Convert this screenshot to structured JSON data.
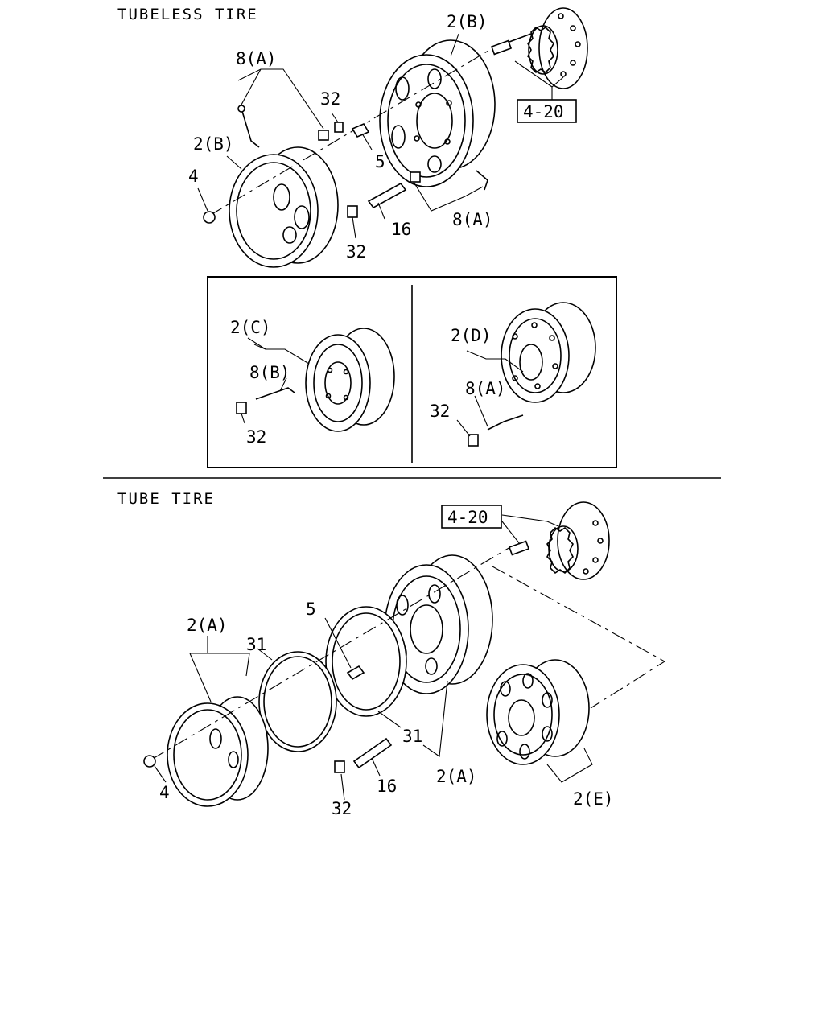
{
  "sections": {
    "tubeless_title": "TUBELESS TIRE",
    "tube_title": "TUBE TIRE"
  },
  "callouts": {
    "tl_2b_top": "2(B)",
    "tl_8a_top": "8(A)",
    "tl_32_top": "32",
    "tl_2b_left": "2(B)",
    "tl_4": "4",
    "tl_5": "5",
    "tl_16": "16",
    "tl_8a_right": "8(A)",
    "tl_32_bottom": "32",
    "tl_ref_420": "4-20",
    "inset_left_2c": "2(C)",
    "inset_left_8b": "8(B)",
    "inset_left_32": "32",
    "inset_right_2d": "2(D)",
    "inset_right_8a": "8(A)",
    "inset_right_32": "32",
    "tt_ref_420": "4-20",
    "tt_2a_left": "2(A)",
    "tt_31_top": "31",
    "tt_5": "5",
    "tt_4": "4",
    "tt_31_bottom": "31",
    "tt_2a_right": "2(A)",
    "tt_16": "16",
    "tt_32": "32",
    "tt_2e": "2(E)"
  }
}
